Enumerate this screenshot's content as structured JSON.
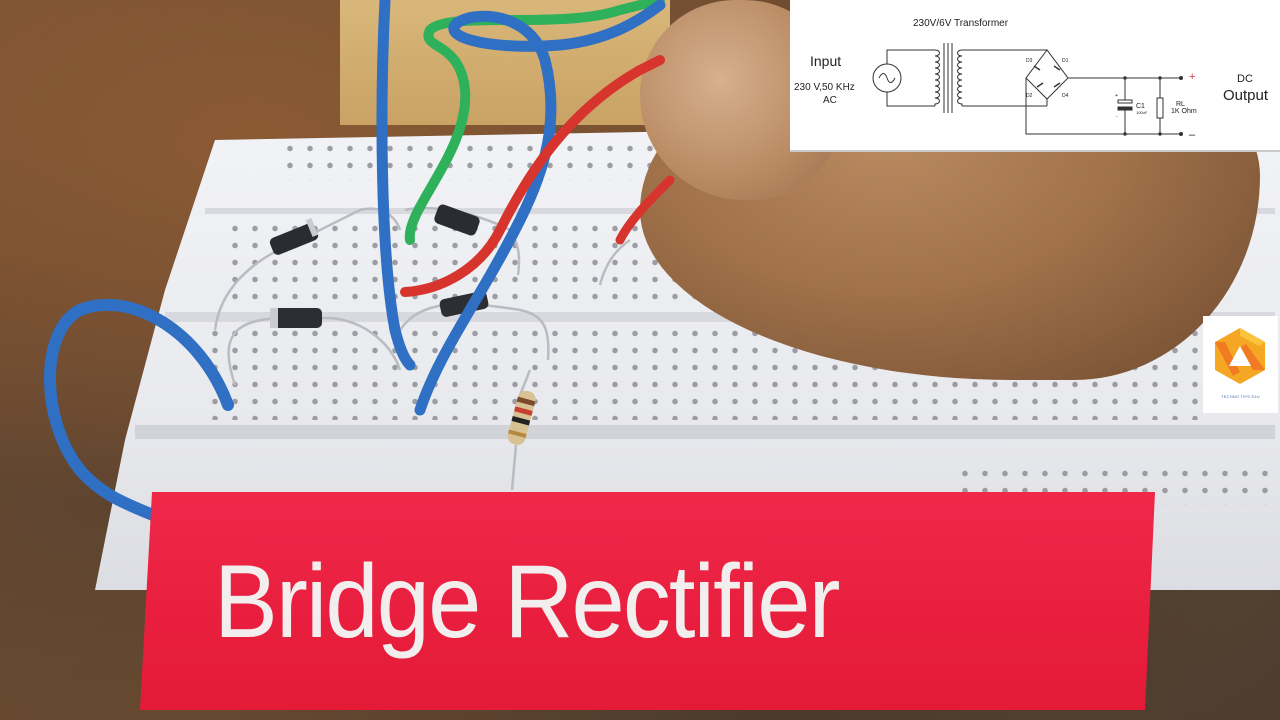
{
  "banner": {
    "title": "Bridge Rectifier",
    "background_color": "#e91e3e",
    "text_color": "#f2eeee"
  },
  "schematic": {
    "title": "230V/6V Transformer",
    "input_label": "Input",
    "input_spec_line1": "230 V,50 KHz",
    "input_spec_line2": "AC",
    "diodes": [
      "D1",
      "D2",
      "D3",
      "D4"
    ],
    "capacitor_label": "C1",
    "capacitor_value": "100uF",
    "capacitor_plus": "+",
    "capacitor_minus": "-",
    "load_label": "RL",
    "load_value": "1K Ohm",
    "output_plus": "+",
    "output_minus": "–",
    "output_label_line1": "DC",
    "output_label_line2": "Output",
    "plus_color": "#d0354a"
  },
  "logo": {
    "caption": "TECHNO TIPS E4U",
    "colors": [
      "#f5a623",
      "#f07b23",
      "#f9c33d"
    ]
  },
  "photo": {
    "wire_colors": {
      "blue": "#2f6fc4",
      "green": "#2fb05a",
      "red": "#d6342d"
    }
  }
}
